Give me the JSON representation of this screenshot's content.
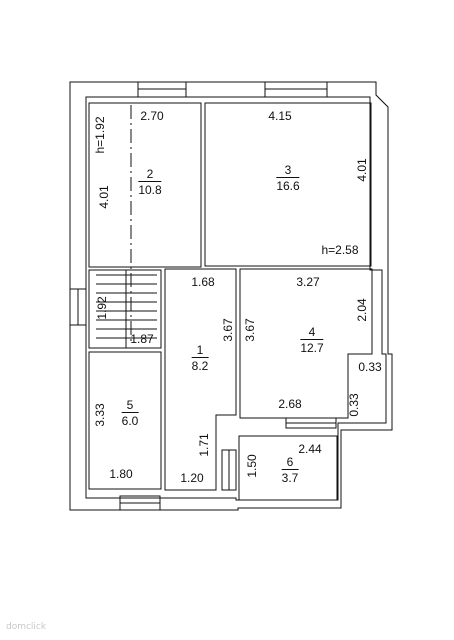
{
  "rooms": [
    {
      "number": "2",
      "area": "10.8"
    },
    {
      "number": "3",
      "area": "16.6"
    },
    {
      "number": "1",
      "area": "8.2"
    },
    {
      "number": "4",
      "area": "12.7"
    },
    {
      "number": "5",
      "area": "6.0"
    },
    {
      "number": "6",
      "area": "3.7"
    }
  ],
  "dimensions": {
    "room2_width": "2.70",
    "room2_depth": "4.01",
    "room2_height": "h=1.92",
    "room3_width": "4.15",
    "room3_depth": "4.01",
    "room3_height": "h=2.58",
    "stair_height": "1.92",
    "stair_width": "1.87",
    "room1_width": "1.68",
    "room1_depth": "3.67",
    "room1_lower": "1.71",
    "room1_bottom": "1.20",
    "room4_width": "3.27",
    "room4_depth": "3.67",
    "room4_right": "2.04",
    "room4_bottom": "2.68",
    "niche_a": "0.33",
    "niche_b": "0.33",
    "room5_depth": "3.33",
    "room5_width": "1.80",
    "room6_width": "2.44",
    "room6_depth": "1.50"
  },
  "watermark": "domclick"
}
